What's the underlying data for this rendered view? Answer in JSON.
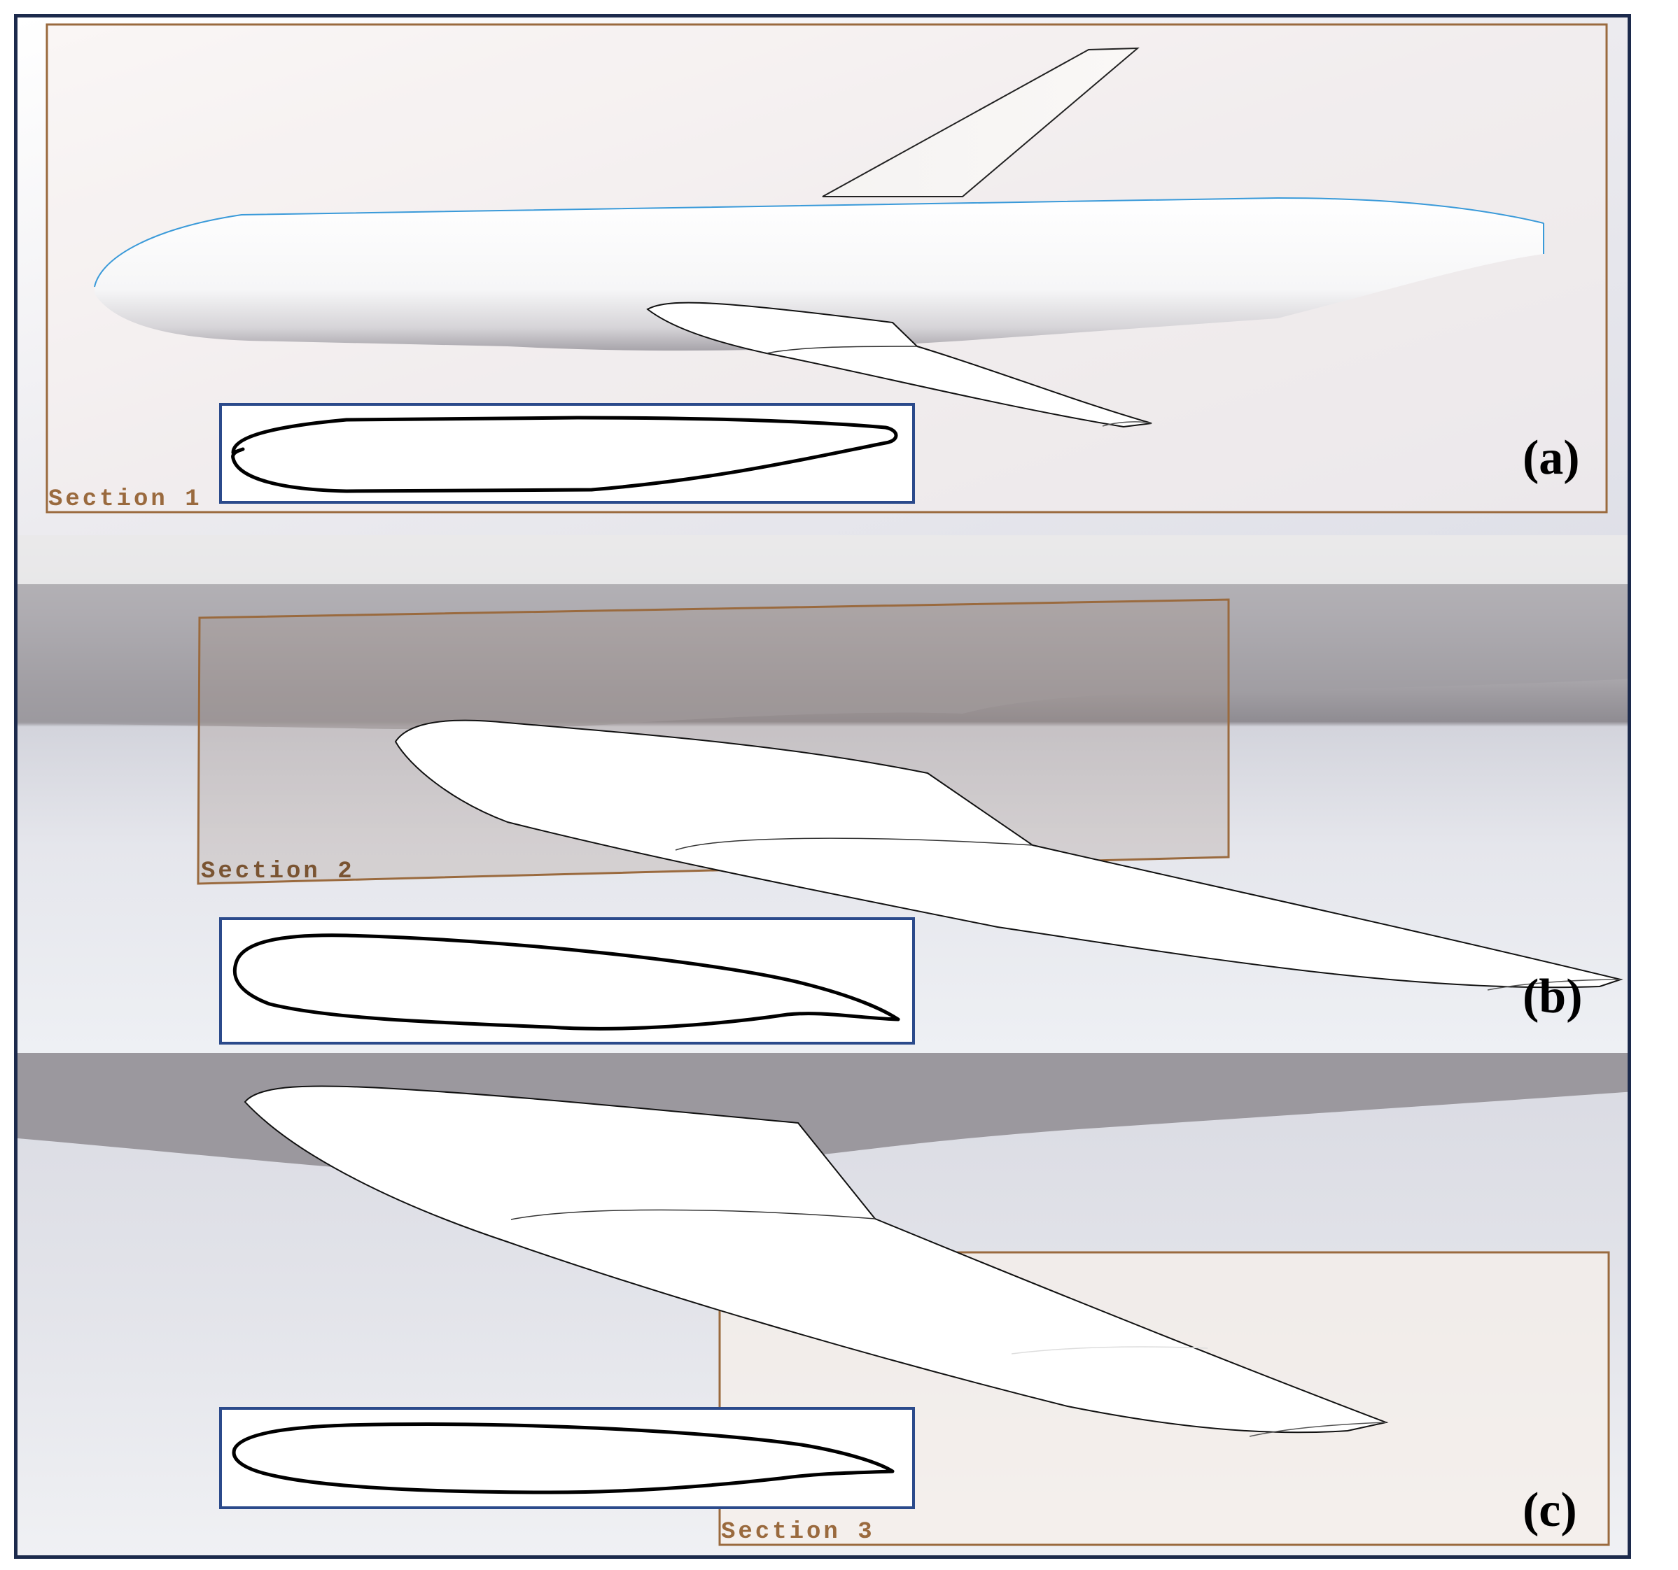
{
  "panels": [
    {
      "id": "a",
      "panel_label": "(a)",
      "section_label": "Section 1"
    },
    {
      "id": "b",
      "panel_label": "(b)",
      "section_label": "Section 2"
    },
    {
      "id": "c",
      "panel_label": "(c)",
      "section_label": "Section 3"
    }
  ],
  "colors": {
    "frame_border": "#1c2a4c",
    "section_box": "#9a6a3e",
    "inset_border": "#2b4a8b",
    "airfoil_stroke": "#000000",
    "fuselage_shadow": "#8c8990",
    "background": "#e7e8ee"
  }
}
